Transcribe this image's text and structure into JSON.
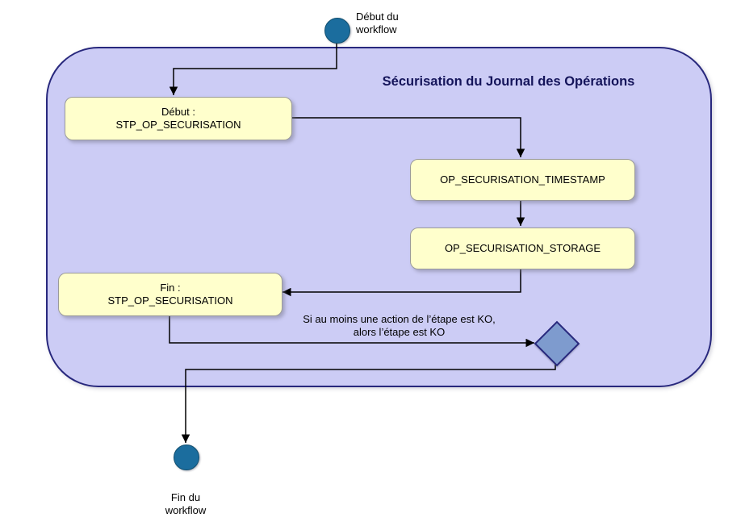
{
  "colors": {
    "container_fill": "#ccccf5",
    "container_border": "#28287d",
    "activity_fill": "#ffffcc",
    "activity_border": "#9b9b9b",
    "terminal_fill": "#1b6d9e",
    "decision_fill": "#7e9bce",
    "decision_border": "#28287d",
    "connector": "#000000",
    "title_color": "#14145a"
  },
  "workflow": {
    "title": "Sécurisation du Journal des Opérations",
    "start_node": {
      "label": "Début du\nworkflow"
    },
    "end_node": {
      "label": "Fin du\nworkflow"
    },
    "steps": [
      {
        "id": "step-debut",
        "label": "Début :\nSTP_OP_SECURISATION"
      },
      {
        "id": "step-timestamp",
        "label": "OP_SECURISATION_TIMESTAMP"
      },
      {
        "id": "step-storage",
        "label": "OP_SECURISATION_STORAGE"
      },
      {
        "id": "step-fin",
        "label": "Fin :\nSTP_OP_SECURISATION"
      }
    ],
    "condition_note": "Si au moins une action de l’étape est KO,\nalors l’étape est KO"
  }
}
